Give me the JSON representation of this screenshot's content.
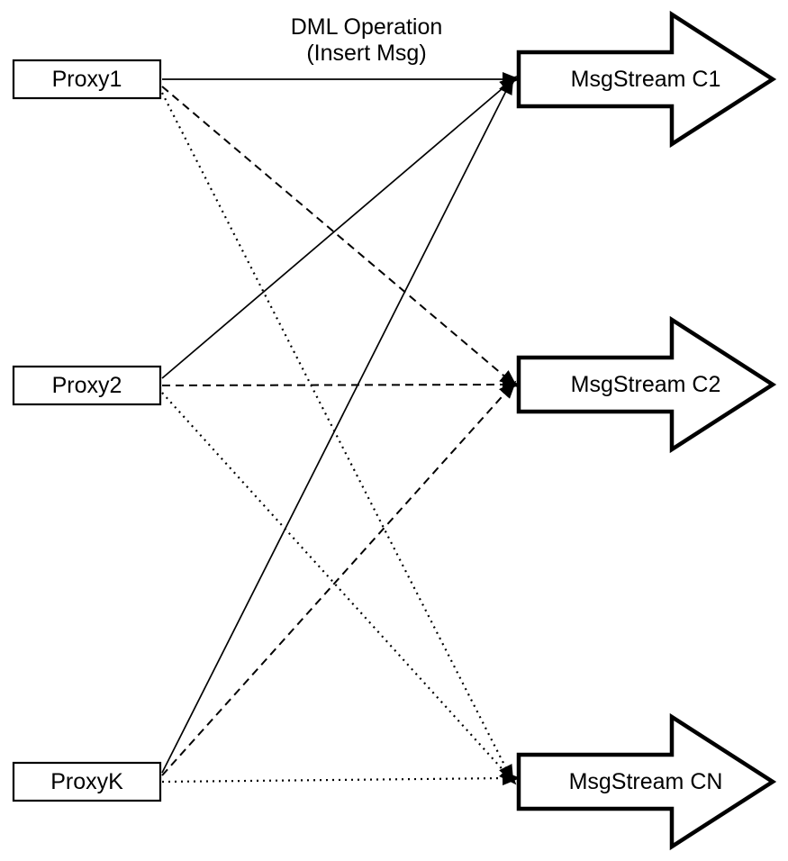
{
  "diagram": {
    "title": {
      "line1": "DML Operation",
      "line2": "(Insert Msg)"
    },
    "proxies": [
      {
        "label": "Proxy1"
      },
      {
        "label": "Proxy2"
      },
      {
        "label": "ProxyK"
      }
    ],
    "streams": [
      {
        "label": "MsgStream C1"
      },
      {
        "label": "MsgStream C2"
      },
      {
        "label": "MsgStream CN"
      }
    ],
    "connections": [
      {
        "from": "Proxy1",
        "to": "MsgStream C1",
        "line_style": "solid"
      },
      {
        "from": "Proxy1",
        "to": "MsgStream C2",
        "line_style": "dashed"
      },
      {
        "from": "Proxy1",
        "to": "MsgStream CN",
        "line_style": "dotted"
      },
      {
        "from": "Proxy2",
        "to": "MsgStream C1",
        "line_style": "solid"
      },
      {
        "from": "Proxy2",
        "to": "MsgStream C2",
        "line_style": "dashed"
      },
      {
        "from": "Proxy2",
        "to": "MsgStream CN",
        "line_style": "dotted"
      },
      {
        "from": "ProxyK",
        "to": "MsgStream C1",
        "line_style": "solid"
      },
      {
        "from": "ProxyK",
        "to": "MsgStream C2",
        "line_style": "dashed"
      },
      {
        "from": "ProxyK",
        "to": "MsgStream CN",
        "line_style": "dotted"
      }
    ],
    "colors": {
      "stroke": "#000000",
      "fill": "#ffffff"
    }
  }
}
